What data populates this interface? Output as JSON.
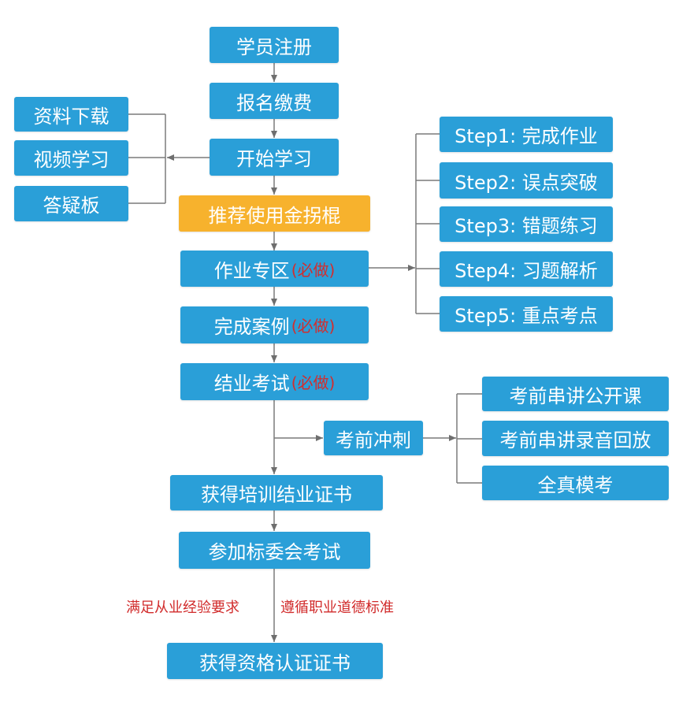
{
  "main_flow": {
    "register": "学员注册",
    "pay": "报名缴费",
    "start_study": "开始学习",
    "recommend": "推荐使用金拐棍",
    "homework": "作业专区",
    "case": "完成案例",
    "exam": "结业考试",
    "required": "(必做)",
    "cert_training": "获得培训结业证书",
    "committee_exam": "参加标委会考试",
    "cert_qualification": "获得资格认证证书"
  },
  "resources": [
    "资料下载",
    "视频学习",
    "答疑板"
  ],
  "steps": [
    "Step1: 完成作业",
    "Step2: 误点突破",
    "Step3: 错题练习",
    "Step4: 习题解析",
    "Step5: 重点考点"
  ],
  "sprint": {
    "label": "考前冲刺",
    "items": [
      "考前串讲公开课",
      "考前串讲录音回放",
      "全真模考"
    ]
  },
  "conditions": {
    "left": "满足从业经验要求",
    "right": "遵循职业道德标准"
  },
  "colors": {
    "node": "#2a9fd8",
    "highlight": "#f7b22d",
    "required_text": "#d32d2d",
    "line": "#7a7a7a"
  }
}
